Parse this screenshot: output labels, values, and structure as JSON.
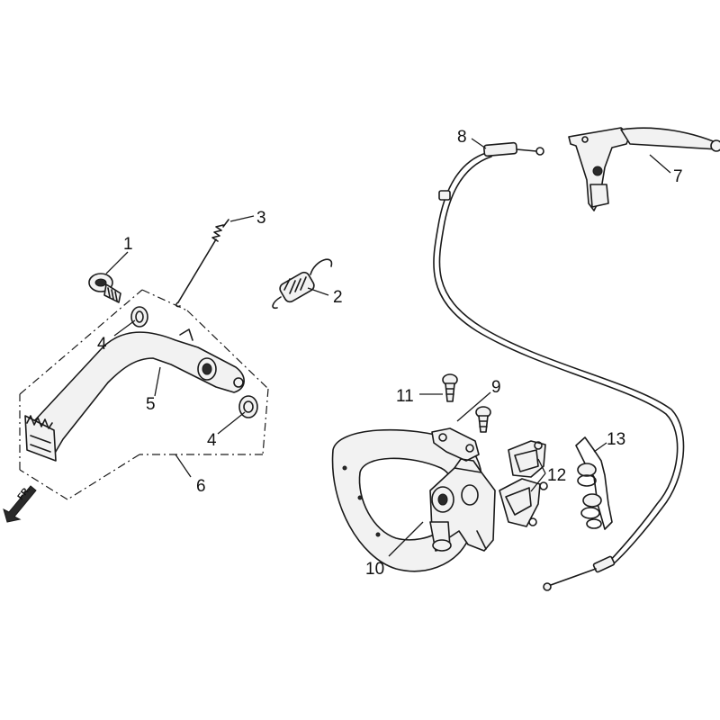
{
  "diagram": {
    "callouts": [
      {
        "id": "1",
        "text": "1"
      },
      {
        "id": "2",
        "text": "2"
      },
      {
        "id": "3",
        "text": "3"
      },
      {
        "id": "4a",
        "text": "4"
      },
      {
        "id": "4b",
        "text": "4"
      },
      {
        "id": "5",
        "text": "5"
      },
      {
        "id": "6",
        "text": "6"
      },
      {
        "id": "7",
        "text": "7"
      },
      {
        "id": "8",
        "text": "8"
      },
      {
        "id": "9",
        "text": "9"
      },
      {
        "id": "10",
        "text": "10"
      },
      {
        "id": "11",
        "text": "11"
      },
      {
        "id": "12",
        "text": "12"
      },
      {
        "id": "13",
        "text": "13"
      }
    ],
    "direction_label": "FR."
  }
}
